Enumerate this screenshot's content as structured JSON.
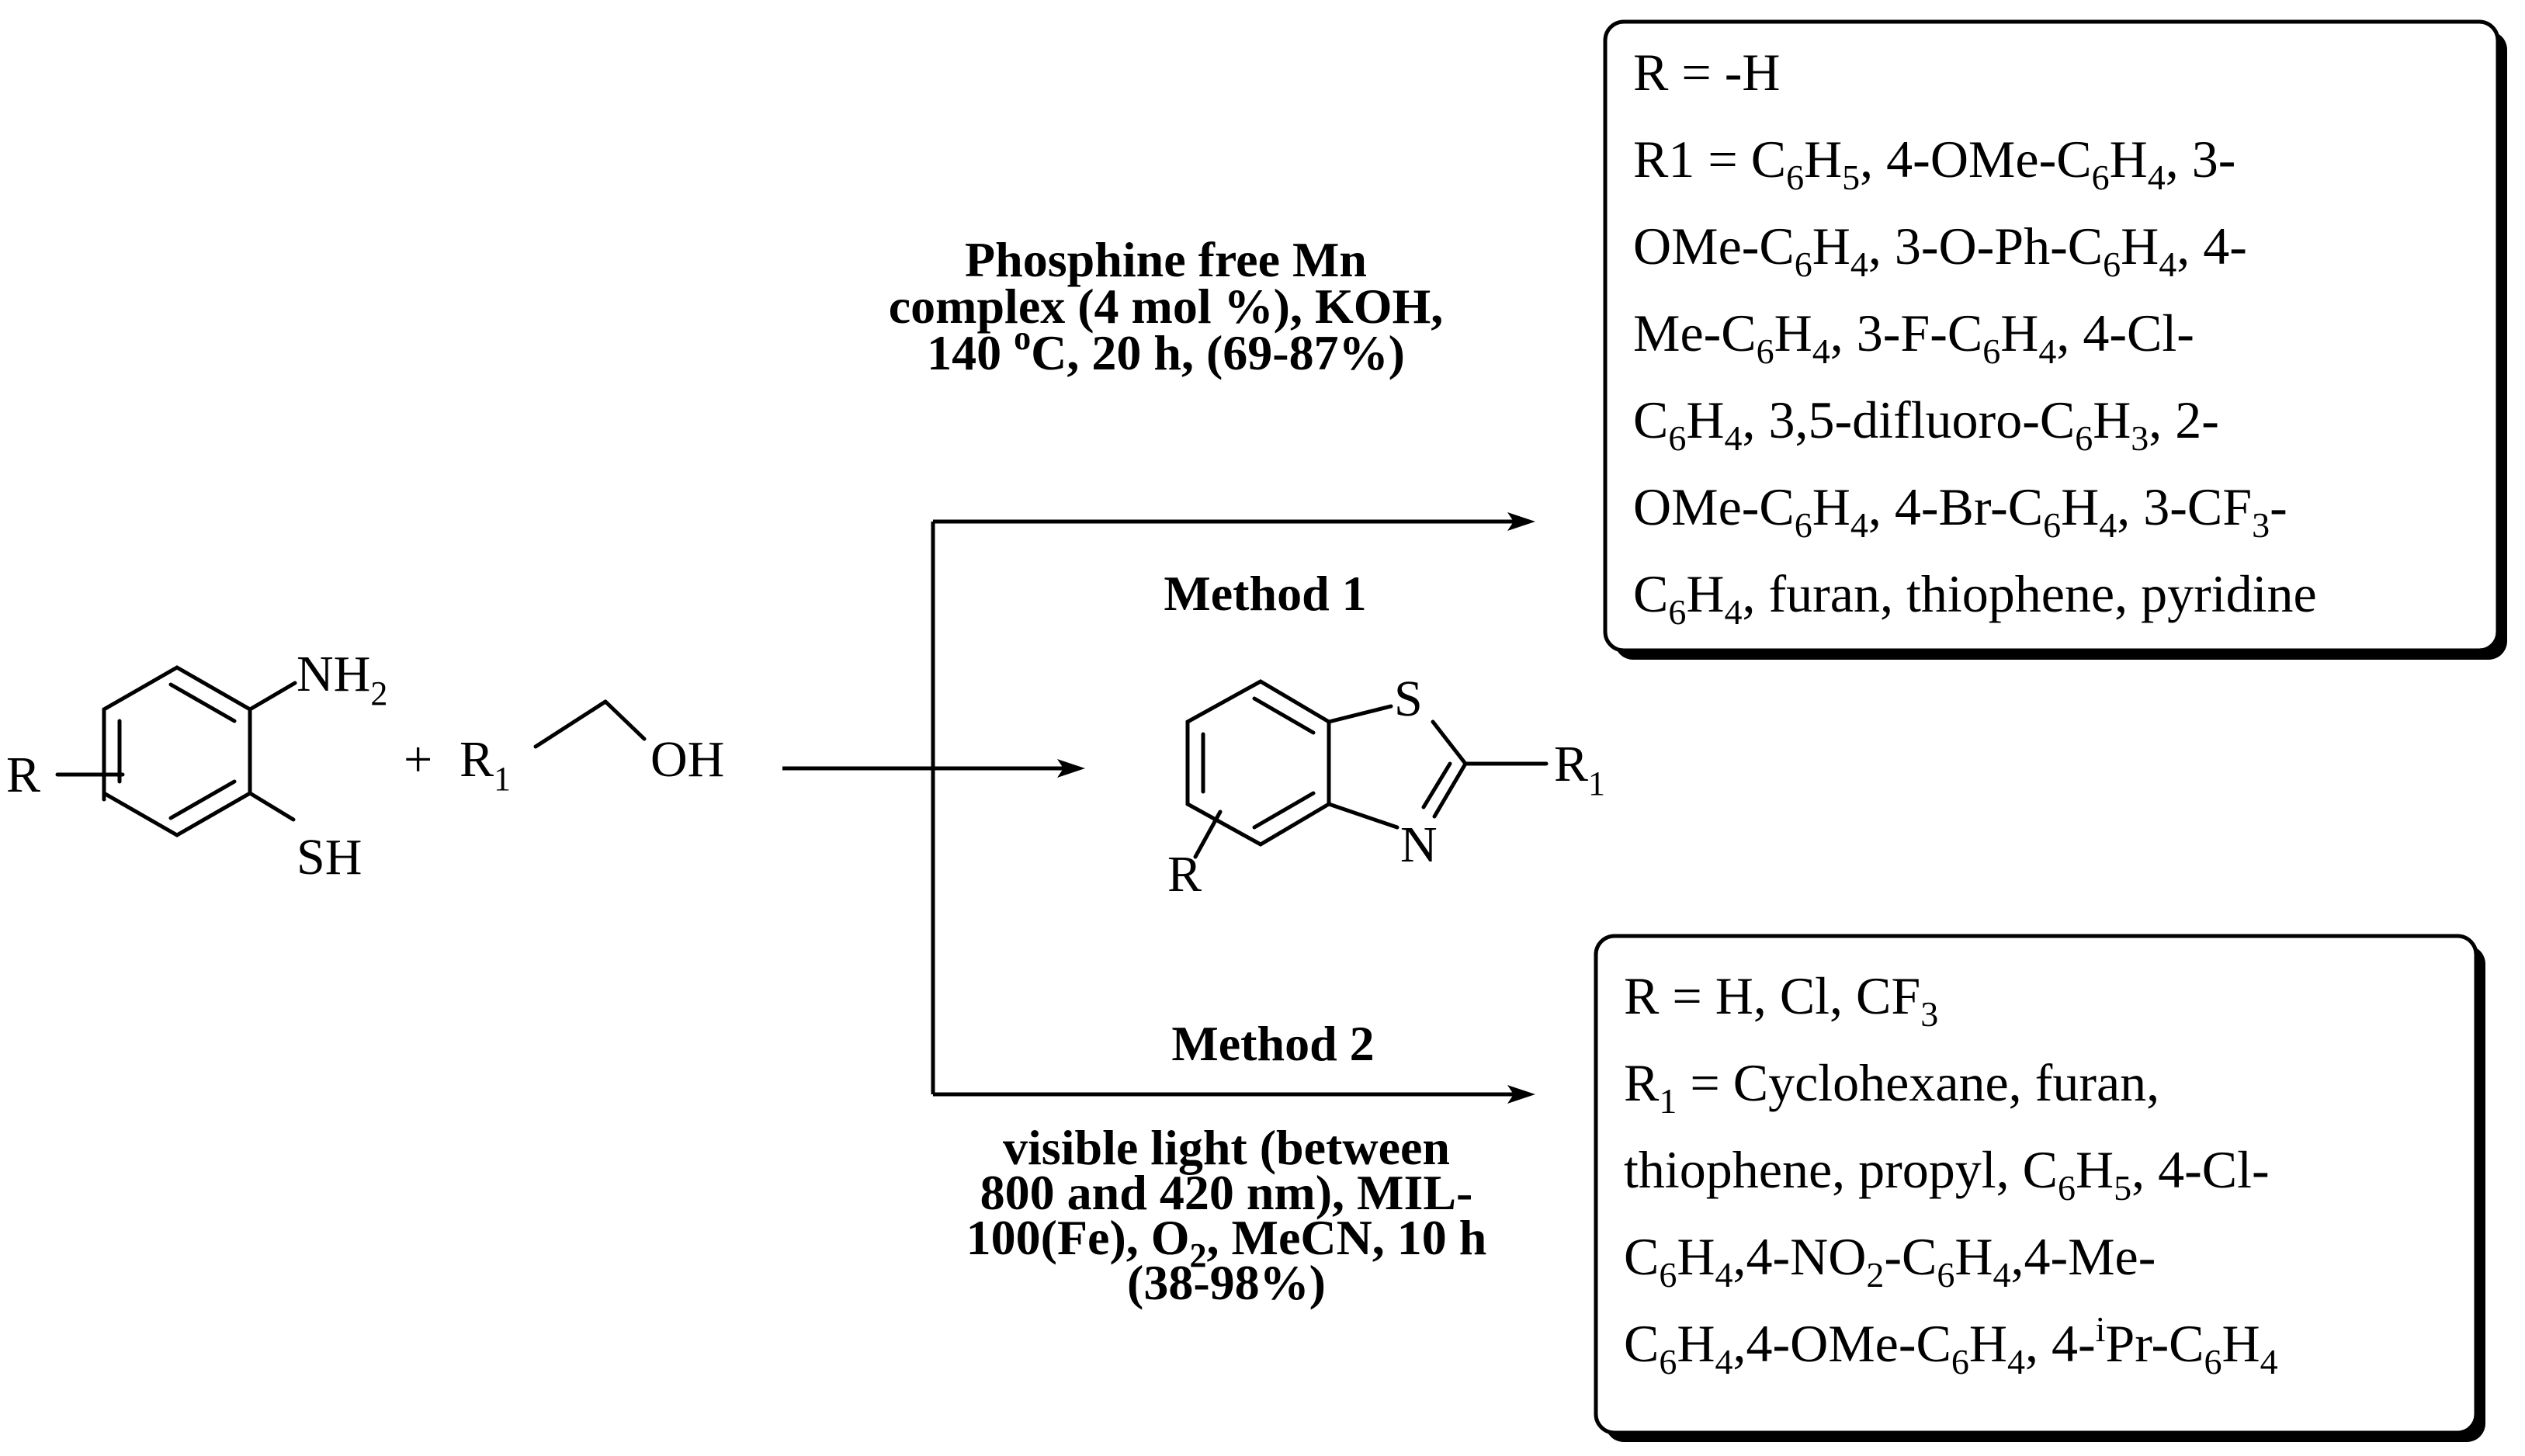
{
  "reactant1": {
    "ring_substituent": "R",
    "amine": [
      "NH",
      "2"
    ],
    "thiol": "SH"
  },
  "plus_sign": "+",
  "reactant2": {
    "r1": [
      "R",
      "1"
    ],
    "hydroxyl": "OH"
  },
  "product": {
    "sulfur": "S",
    "nitrogen": "N",
    "ring_substituent": "R",
    "r1": [
      "R",
      "1"
    ]
  },
  "method1": {
    "conditions": [
      "Phosphine free Mn",
      "complex (4 mol %), KOH,",
      [
        [
          "140 ",
          ""
        ],
        [
          "o",
          "sup"
        ],
        [
          "C, 20 h, (69-87%)",
          ""
        ]
      ]
    ],
    "label": "Method 1"
  },
  "method2": {
    "label": "Method 2",
    "conditions": [
      "visible light (between",
      "800 and 420 nm), MIL-",
      [
        [
          "100(Fe), O",
          ""
        ],
        [
          "2",
          "sub"
        ],
        [
          ", MeCN, 10 h",
          ""
        ]
      ],
      "(38-98%)"
    ]
  },
  "box1": {
    "lines": [
      [
        [
          "R = -H",
          ""
        ]
      ],
      [
        [
          "R1 = C",
          ""
        ],
        [
          "6",
          "sub"
        ],
        [
          "H",
          ""
        ],
        [
          "5",
          "sub"
        ],
        [
          ", 4-OMe-C",
          ""
        ],
        [
          "6",
          "sub"
        ],
        [
          "H",
          ""
        ],
        [
          "4",
          "sub"
        ],
        [
          ", 3-",
          ""
        ]
      ],
      [
        [
          "OMe-C",
          ""
        ],
        [
          "6",
          "sub"
        ],
        [
          "H",
          ""
        ],
        [
          "4",
          "sub"
        ],
        [
          ", 3-O-Ph-C",
          ""
        ],
        [
          "6",
          "sub"
        ],
        [
          "H",
          ""
        ],
        [
          "4",
          "sub"
        ],
        [
          ", 4-",
          ""
        ]
      ],
      [
        [
          "Me-C",
          ""
        ],
        [
          "6",
          "sub"
        ],
        [
          "H",
          ""
        ],
        [
          "4",
          "sub"
        ],
        [
          ", 3-F-C",
          ""
        ],
        [
          "6",
          "sub"
        ],
        [
          "H",
          ""
        ],
        [
          "4",
          "sub"
        ],
        [
          ", 4-Cl-",
          ""
        ]
      ],
      [
        [
          "C",
          ""
        ],
        [
          "6",
          "sub"
        ],
        [
          "H",
          ""
        ],
        [
          "4",
          "sub"
        ],
        [
          ", 3,5-difluoro-C",
          ""
        ],
        [
          "6",
          "sub"
        ],
        [
          "H",
          ""
        ],
        [
          "3",
          "sub"
        ],
        [
          ", 2-",
          ""
        ]
      ],
      [
        [
          "OMe-C",
          ""
        ],
        [
          "6",
          "sub"
        ],
        [
          "H",
          ""
        ],
        [
          "4",
          "sub"
        ],
        [
          ", 4-Br-C",
          ""
        ],
        [
          "6",
          "sub"
        ],
        [
          "H",
          ""
        ],
        [
          "4",
          "sub"
        ],
        [
          ", 3-CF",
          ""
        ],
        [
          "3",
          "sub"
        ],
        [
          "-",
          ""
        ]
      ],
      [
        [
          "C",
          ""
        ],
        [
          "6",
          "sub"
        ],
        [
          "H",
          ""
        ],
        [
          "4",
          "sub"
        ],
        [
          ", furan, thiophene, pyridine",
          ""
        ]
      ]
    ]
  },
  "box2": {
    "lines": [
      [
        [
          "R = H, Cl, CF",
          ""
        ],
        [
          "3",
          "sub"
        ]
      ],
      [
        [
          "R",
          ""
        ],
        [
          "1",
          "sub"
        ],
        [
          " = Cyclohexane, furan,",
          ""
        ]
      ],
      [
        [
          "thiophene, propyl, C",
          ""
        ],
        [
          "6",
          "sub"
        ],
        [
          "H",
          ""
        ],
        [
          "5",
          "sub"
        ],
        [
          ", 4-Cl-",
          ""
        ]
      ],
      [
        [
          "C",
          ""
        ],
        [
          "6",
          "sub"
        ],
        [
          "H",
          ""
        ],
        [
          "4",
          "sub"
        ],
        [
          ",4-NO",
          ""
        ],
        [
          "2",
          "sub"
        ],
        [
          "-C",
          ""
        ],
        [
          "6",
          "sub"
        ],
        [
          "H",
          ""
        ],
        [
          "4",
          "sub"
        ],
        [
          ",4-Me-",
          ""
        ]
      ],
      [
        [
          "C",
          ""
        ],
        [
          "6",
          "sub"
        ],
        [
          "H",
          ""
        ],
        [
          "4",
          "sub"
        ],
        [
          ",4-OMe-C",
          ""
        ],
        [
          "6",
          "sub"
        ],
        [
          "H",
          ""
        ],
        [
          "4",
          "sub"
        ],
        [
          ", 4-",
          ""
        ],
        [
          "i",
          "sup"
        ],
        [
          "Pr-C",
          ""
        ],
        [
          "6",
          "sub"
        ],
        [
          "H",
          ""
        ],
        [
          "4",
          "sub"
        ]
      ]
    ]
  }
}
